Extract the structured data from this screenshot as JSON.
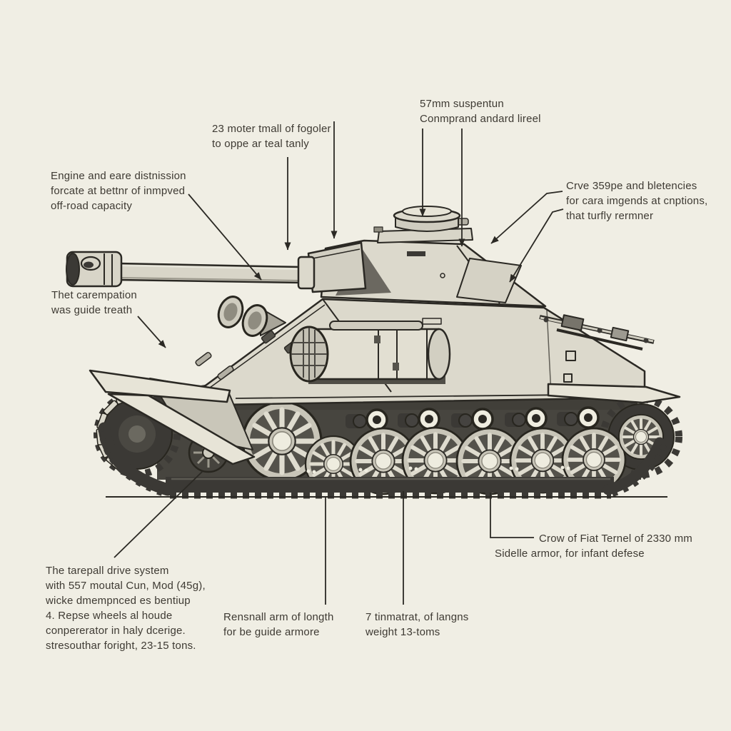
{
  "diagram": {
    "type": "annotated-technical-illustration",
    "subject": "tank side-view line drawing with callout labels",
    "colors": {
      "background": "#f0eee4",
      "ink": "#2b2924",
      "hull_light": "#dcd9cc",
      "panel_mid": "#c9c6b9",
      "track_dark": "#3b3935",
      "lower_hull_dark": "#47453f",
      "text": "#3e3a33"
    },
    "labels": {
      "gun_mount": {
        "lines": [
          "23 moter tmall of fogoler",
          "to oppe ar teal tanly"
        ]
      },
      "suspension": {
        "lines": [
          "57mm suspentun",
          "Conmprand andard lireel"
        ]
      },
      "engine": {
        "lines": [
          "Engine and eare distnission",
          "forcate at bettnr of inmpved",
          "off-road capacity"
        ]
      },
      "turret_rear": {
        "lines": [
          "Crve 359pe and bletencies",
          "for cara imgends at cnptions,",
          "that turfly rermner"
        ]
      },
      "hull_front": {
        "lines": [
          "Thet carempation",
          "was guide treath"
        ]
      },
      "side_armor": {
        "lines": [
          "Crow of Fiat Ternel of 2330 mm",
          "Sidelle armor, for infant defese"
        ]
      },
      "drive_system": {
        "lines": [
          "The tarepall drive system",
          "with 557 moutal Cun, Mod (45g),",
          "wicke dmempnced es bentiup",
          "4. Repse wheels al houde",
          "conpererator in haly dcerige.",
          "stresouthar foright, 23-15 tons."
        ]
      },
      "track_length": {
        "lines": [
          "Rensnall arm of longth",
          "for be guide armore"
        ]
      },
      "weight": {
        "lines": [
          "7 tinmatrat, of langns",
          "weight 13-toms"
        ]
      }
    }
  }
}
